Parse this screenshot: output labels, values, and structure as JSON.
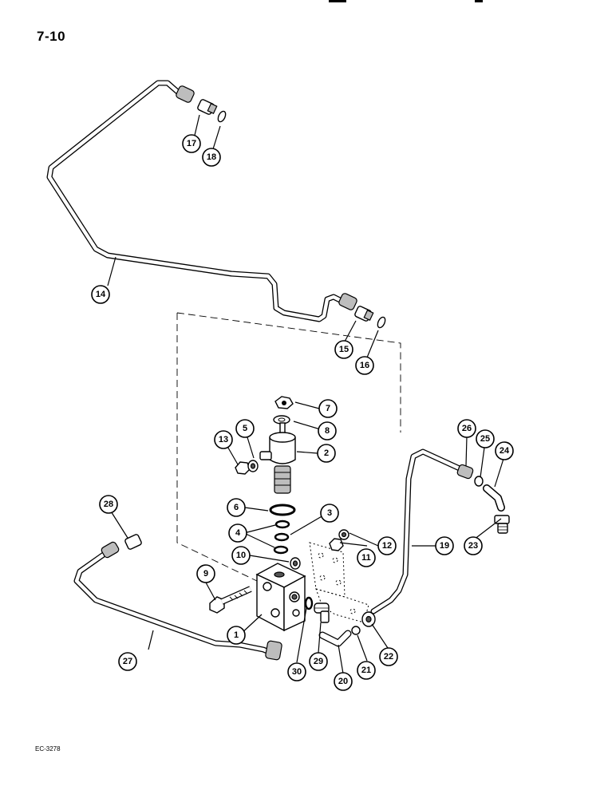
{
  "page": {
    "ref": "7-10",
    "figure_code": "EC-3278"
  },
  "callouts": [
    {
      "id": "1",
      "label": "1"
    },
    {
      "id": "2",
      "label": "2"
    },
    {
      "id": "3",
      "label": "3"
    },
    {
      "id": "4",
      "label": "4"
    },
    {
      "id": "5",
      "label": "5"
    },
    {
      "id": "6",
      "label": "6"
    },
    {
      "id": "7",
      "label": "7"
    },
    {
      "id": "8",
      "label": "8"
    },
    {
      "id": "9",
      "label": "9"
    },
    {
      "id": "10",
      "label": "10"
    },
    {
      "id": "11",
      "label": "11"
    },
    {
      "id": "12",
      "label": "12"
    },
    {
      "id": "13",
      "label": "13"
    },
    {
      "id": "14",
      "label": "14"
    },
    {
      "id": "15",
      "label": "15"
    },
    {
      "id": "16",
      "label": "16"
    },
    {
      "id": "17",
      "label": "17"
    },
    {
      "id": "18",
      "label": "18"
    },
    {
      "id": "19",
      "label": "19"
    },
    {
      "id": "20",
      "label": "20"
    },
    {
      "id": "21",
      "label": "21"
    },
    {
      "id": "22",
      "label": "22"
    },
    {
      "id": "23",
      "label": "23"
    },
    {
      "id": "24",
      "label": "24"
    },
    {
      "id": "25",
      "label": "25"
    },
    {
      "id": "26",
      "label": "26"
    },
    {
      "id": "27",
      "label": "27"
    },
    {
      "id": "28",
      "label": "28"
    },
    {
      "id": "29",
      "label": "29"
    },
    {
      "id": "30",
      "label": "30"
    }
  ]
}
